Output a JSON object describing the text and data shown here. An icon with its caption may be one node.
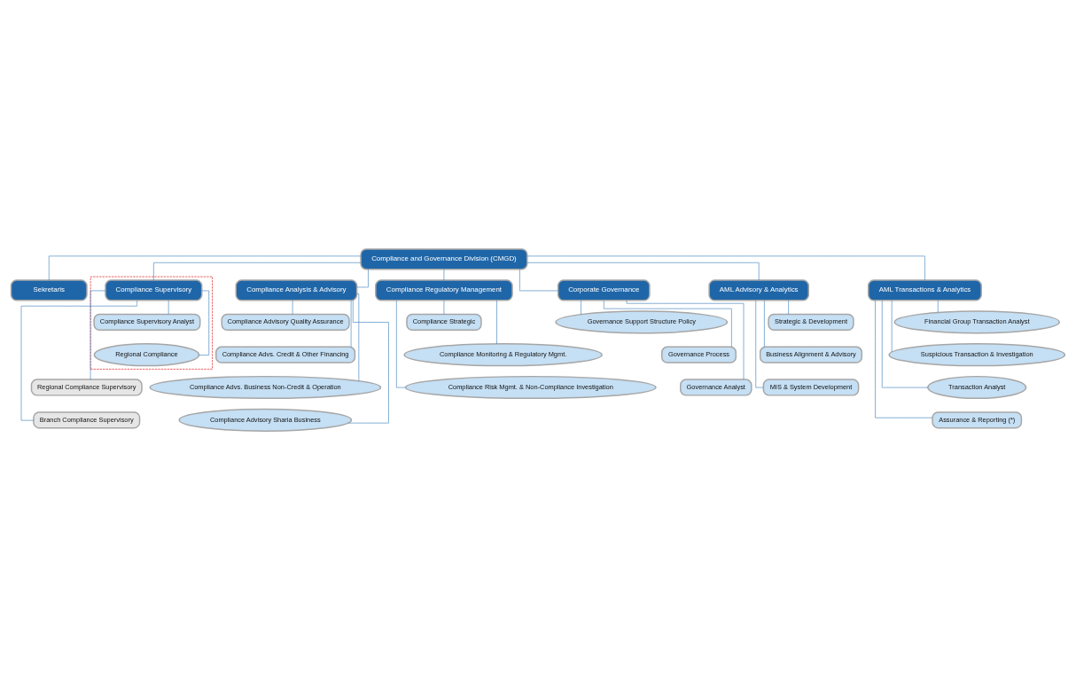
{
  "diagram": {
    "nodes": [
      {
        "text": [
          "Compliance and Governance Division (CMGD)"
        ]
      },
      {
        "text": [
          "Sekretaris"
        ]
      },
      {
        "text": [
          "Compliance Analysis & Advisory"
        ]
      },
      {
        "text": [
          "Compliance Regulatory Management"
        ]
      },
      {
        "text": [],
        "shape": "box"
      },
      {
        "text": [
          "Compliance Supervisory"
        ],
        "in": 4
      },
      {
        "text": [
          "Corporate Governance"
        ]
      },
      {
        "text": [
          "AML Advisory & Analytics"
        ]
      },
      {
        "text": [
          "AML Transactions & Analytics"
        ]
      },
      {
        "text": [
          "Compliance Advisory Quality Assurance"
        ]
      },
      {
        "text": [
          "Compliance Advs. Credit & Other Financing"
        ]
      },
      {
        "text": [
          "Compliance Advs. Business Non-Credit & Operation"
        ]
      },
      {
        "text": [
          "Compliance Advisory Sharia Business"
        ]
      },
      {
        "text": [
          "Compliance Strategic"
        ]
      },
      {
        "text": [
          "Compliance Monitoring & Regulatory Mgmt."
        ]
      },
      {
        "text": [
          "Compliance Risk Mgmt. & Non-Compliance Investigation"
        ]
      },
      {
        "text": [
          "Compliance Supervisory Analyst"
        ],
        "in": 4
      },
      {
        "text": [
          "Regional Compliance"
        ],
        "in": 4
      },
      {
        "text": [
          "Regional Compliance Supervisory"
        ]
      },
      {
        "text": [
          "Branch Compliance Supervisory"
        ]
      },
      {
        "text": [
          "Governance Support Structure Policy"
        ]
      },
      {
        "text": [
          "Governance Process"
        ]
      },
      {
        "text": [
          "Governance Analyst"
        ]
      },
      {
        "text": [
          "Strategic & Development"
        ]
      },
      {
        "text": [
          "Business Alignment & Advisory"
        ]
      },
      {
        "text": [
          "MIS & System Development"
        ]
      },
      {
        "text": [
          "Financial Group Transaction Analyst"
        ]
      },
      {
        "text": [
          "Suspicious Transaction & Investigation"
        ]
      },
      {
        "text": [
          "Transaction Analyst"
        ]
      },
      {
        "text": [
          "Assurance & Reporting (*)"
        ]
      }
    ],
    "edges": [
      {
        "from": 0,
        "to": 1,
        "arrow": "none"
      },
      {
        "from": 0,
        "to": 2,
        "arrow": "none"
      },
      {
        "from": 0,
        "to": 3,
        "arrow": "none"
      },
      {
        "from": 0,
        "to": 5,
        "arrow": "none"
      },
      {
        "from": 0,
        "to": 6,
        "arrow": "none"
      },
      {
        "from": 0,
        "to": 7,
        "arrow": "none"
      },
      {
        "from": 0,
        "to": 8,
        "arrow": "none"
      },
      {
        "from": 2,
        "to": 9,
        "arrow": "none"
      },
      {
        "from": 2,
        "to": 10,
        "arrow": "none"
      },
      {
        "from": 2,
        "to": 11,
        "arrow": "none"
      },
      {
        "from": 2,
        "to": 12,
        "arrow": "none"
      },
      {
        "from": 3,
        "to": 13,
        "arrow": "none"
      },
      {
        "from": 3,
        "to": 14,
        "arrow": "none"
      },
      {
        "from": 3,
        "to": 15,
        "arrow": "none"
      },
      {
        "from": 5,
        "to": 16,
        "arrow": "none"
      },
      {
        "from": 5,
        "to": 17,
        "arrow": "none"
      },
      {
        "from": 5,
        "to": 18,
        "arrow": "none"
      },
      {
        "from": 5,
        "to": 19,
        "arrow": "none"
      },
      {
        "from": 6,
        "to": 20,
        "arrow": "none"
      },
      {
        "from": 6,
        "to": 21,
        "arrow": "none"
      },
      {
        "from": 6,
        "to": 22,
        "arrow": "none"
      },
      {
        "from": 7,
        "to": 23,
        "arrow": "none"
      },
      {
        "from": 7,
        "to": 24,
        "arrow": "none"
      },
      {
        "from": 7,
        "to": 25,
        "arrow": "none"
      },
      {
        "from": 8,
        "to": 26,
        "arrow": "none"
      },
      {
        "from": 8,
        "to": 27,
        "arrow": "none"
      },
      {
        "from": 8,
        "to": 28,
        "arrow": "none"
      },
      {
        "from": 8,
        "to": 29,
        "arrow": "none"
      }
    ]
  }
}
